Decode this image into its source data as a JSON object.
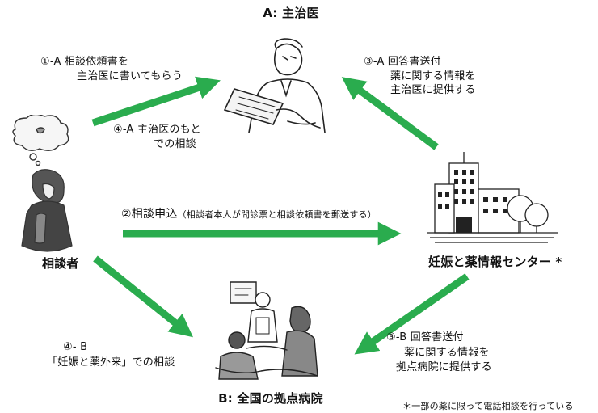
{
  "nodes": {
    "doctor": "A: 主治医",
    "consultant": "相談者",
    "center": "妊娠と薬情報センター *",
    "hospital": "B: 全国の拠点病院"
  },
  "arrows": {
    "a1": {
      "line1": "①-A 相談依頼書を",
      "line2": "主治医に書いてもらう"
    },
    "a4": {
      "line1": "④-A 主治医のもと",
      "line2": "での相談"
    },
    "a3": {
      "line1": "③-A 回答書送付",
      "line2": "薬に関する情報を",
      "line3": "主治医に提供する"
    },
    "a2": {
      "main": "②相談申込",
      "note": "（相談者本人が問診票と相談依頼書を郵送する）"
    },
    "b4": {
      "line1": "④- B",
      "line2": "「妊娠と薬外来」での相談"
    },
    "b3": {
      "line1": "③-B 回答書送付",
      "line2": "薬に関する情報を",
      "line3": "拠点病院に提供する"
    }
  },
  "footnote": "＊一部の薬に限って電話相談を行っている",
  "colors": {
    "arrow": "#2aac4e",
    "text": "#111111",
    "line": "#222222"
  },
  "icons": [
    "doctor-illustration",
    "thinking-woman-illustration",
    "building-illustration",
    "consultation-illustration"
  ]
}
